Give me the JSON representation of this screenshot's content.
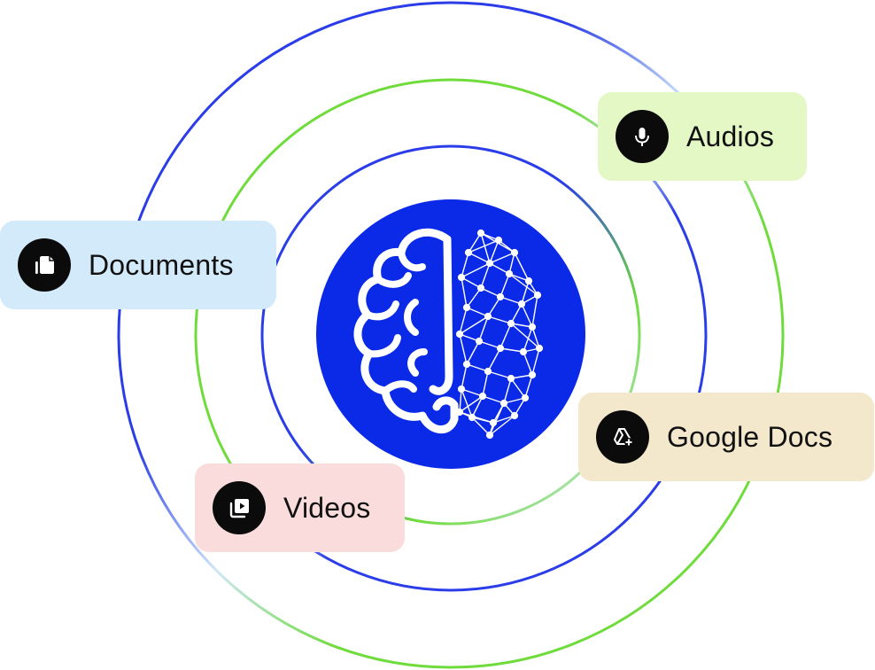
{
  "colors": {
    "ring_blue": "#2a3de8",
    "ring_green": "#6fdc3c",
    "ring_fade": "#cfe6f7",
    "brain_circle": "#0a2ae8",
    "brain_stroke": "#ffffff",
    "icon_bg": "#0b0b0b",
    "label_text": "#111111"
  },
  "center": {
    "icon": "brain-network-icon"
  },
  "sources": [
    {
      "id": "documents",
      "label": "Documents",
      "icon": "document-icon",
      "bg": "#d3eafb"
    },
    {
      "id": "audios",
      "label": "Audios",
      "icon": "microphone-icon",
      "bg": "#e4f8c5"
    },
    {
      "id": "gdocs",
      "label": "Google Docs",
      "icon": "google-drive-add-icon",
      "bg": "#f3e7cc"
    },
    {
      "id": "videos",
      "label": "Videos",
      "icon": "video-library-icon",
      "bg": "#fbdcdc"
    }
  ]
}
